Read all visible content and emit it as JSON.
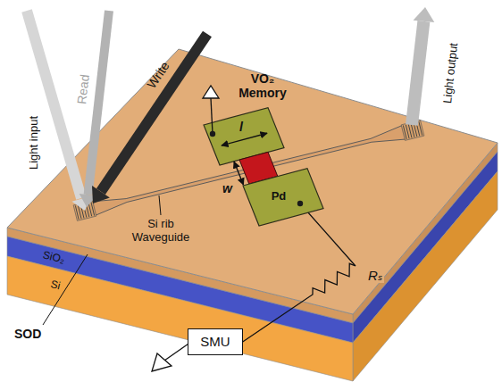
{
  "diagram": {
    "nodes": [
      {
        "text": [
          "Pd"
        ]
      },
      {
        "text": [
          "SMU"
        ]
      }
    ],
    "edges": [
      {
        "from": 0,
        "to": 1,
        "arrow": "none",
        "label": "Rₛ"
      }
    ],
    "labels": [
      "Read",
      "Write",
      "Light input",
      "VO₂ Memory",
      "Light output",
      "l",
      "Si rib Waveguide",
      "w",
      "SiO₂",
      "Si",
      "SOD"
    ]
  }
}
